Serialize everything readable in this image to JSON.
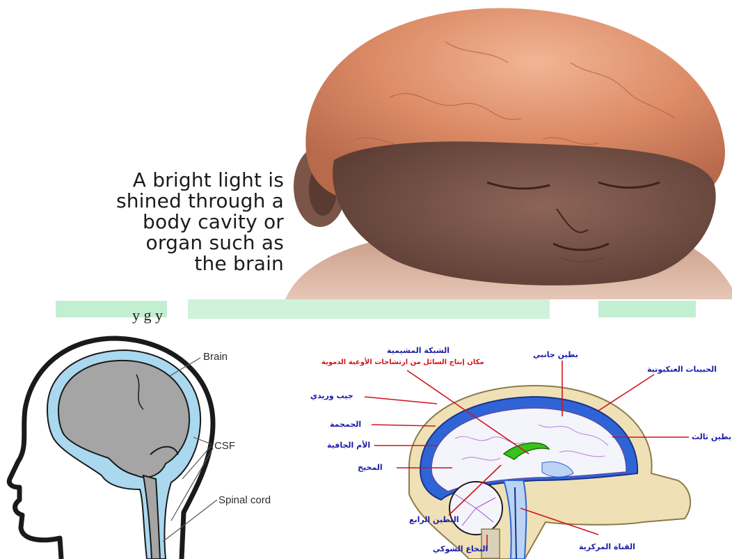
{
  "top_illustration": {
    "caption_lines": [
      "A bright light is",
      "shined through a",
      "body cavity or",
      "organ such as",
      "the brain"
    ]
  },
  "divider_band": {
    "text": "y    g    y"
  },
  "left_diagram": {
    "labels": {
      "brain": "Brain",
      "csf": "CSF",
      "spinal_cord": "Spinal cord"
    }
  },
  "right_diagram": {
    "labels": {
      "choroid_plexus": "الشبكة المشيمية",
      "choroid_plexus_note": "مكان إنتاج السائل من ارتشاحات الأوعية الدموية",
      "lateral_ventricle": "بطين جانبي",
      "arachnoid_granulations": "الحبيبات العنكبوتية",
      "venous_sinus": "جيب وريدي",
      "skull": "الجمجمة",
      "dura_mater": "الأم الجافية",
      "third_ventricle": "بطين ثالث",
      "cerebellum": "المخيخ",
      "fourth_ventricle": "البطين الرابع",
      "central_canal": "القناة المركزية",
      "spinal_cord": "النخاع الشوكي"
    }
  }
}
